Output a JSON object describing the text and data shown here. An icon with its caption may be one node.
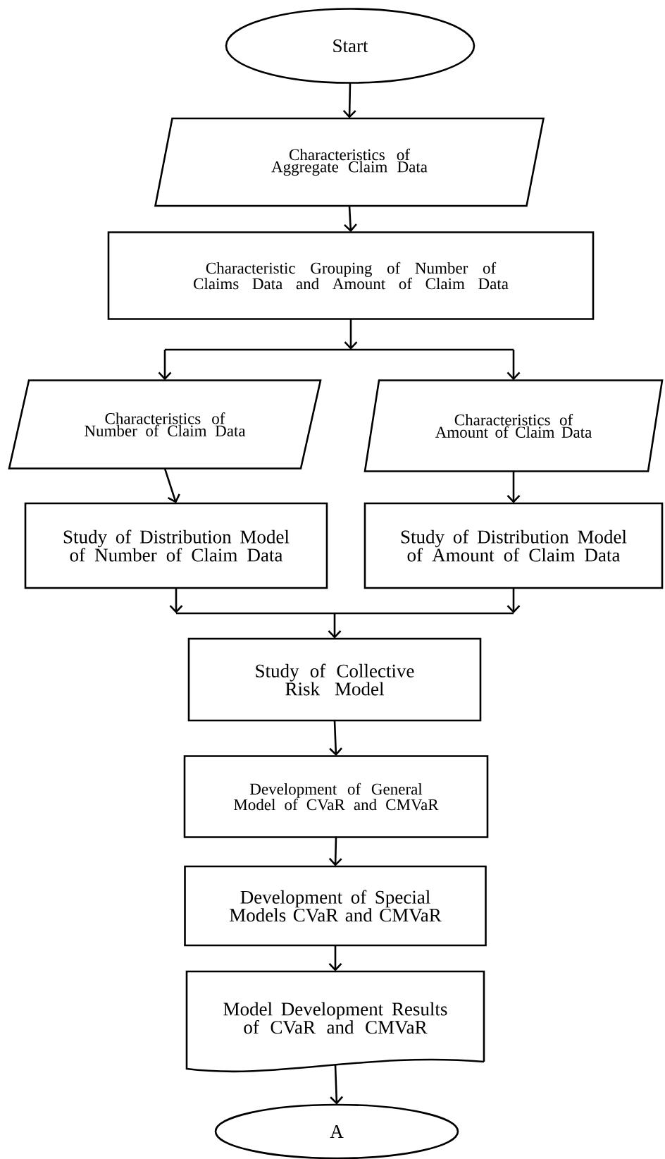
{
  "diagram": {
    "nodes": [
      {
        "text": [
          "Start"
        ]
      },
      {
        "text": [
          "Characteristics of Aggregate Claim Data"
        ]
      },
      {
        "text": [
          "Characteristic Grouping of Number of Claims Data and Amount of Claim Data"
        ]
      },
      {
        "text": [
          "Characteristics of Number of Claim Data"
        ]
      },
      {
        "text": [
          "Characteristics of Amount of Claim Data"
        ]
      },
      {
        "text": [
          "Study of Distribution Model of Number of Claim Data"
        ]
      },
      {
        "text": [
          "Study of Distribution Model of Amount of Claim Data"
        ]
      },
      {
        "text": [
          "Study of Collective Risk Model"
        ]
      },
      {
        "text": [
          "Development of General Model of CVaR and CMVaR"
        ]
      },
      {
        "text": [
          "Development of Special Models CVaR and CMVaR"
        ]
      },
      {
        "text": [
          "Model Development Results of CVaR and CMVaR"
        ]
      },
      {
        "text": [
          "A"
        ]
      }
    ],
    "edges": [
      {
        "from": 0,
        "to": 1,
        "arrow": "to"
      },
      {
        "from": 1,
        "to": 2,
        "arrow": "to"
      },
      {
        "from": 2,
        "to": 3,
        "arrow": "to"
      },
      {
        "from": 2,
        "to": 4,
        "arrow": "to"
      },
      {
        "from": 3,
        "to": 5,
        "arrow": "to"
      },
      {
        "from": 4,
        "to": 6,
        "arrow": "to"
      },
      {
        "from": 5,
        "to": 7,
        "arrow": "to"
      },
      {
        "from": 6,
        "to": 7,
        "arrow": "to"
      },
      {
        "from": 7,
        "to": 8,
        "arrow": "to"
      },
      {
        "from": 8,
        "to": 9,
        "arrow": "to"
      },
      {
        "from": 9,
        "to": 10,
        "arrow": "to"
      },
      {
        "from": 10,
        "to": 11,
        "arrow": "to"
      }
    ]
  }
}
